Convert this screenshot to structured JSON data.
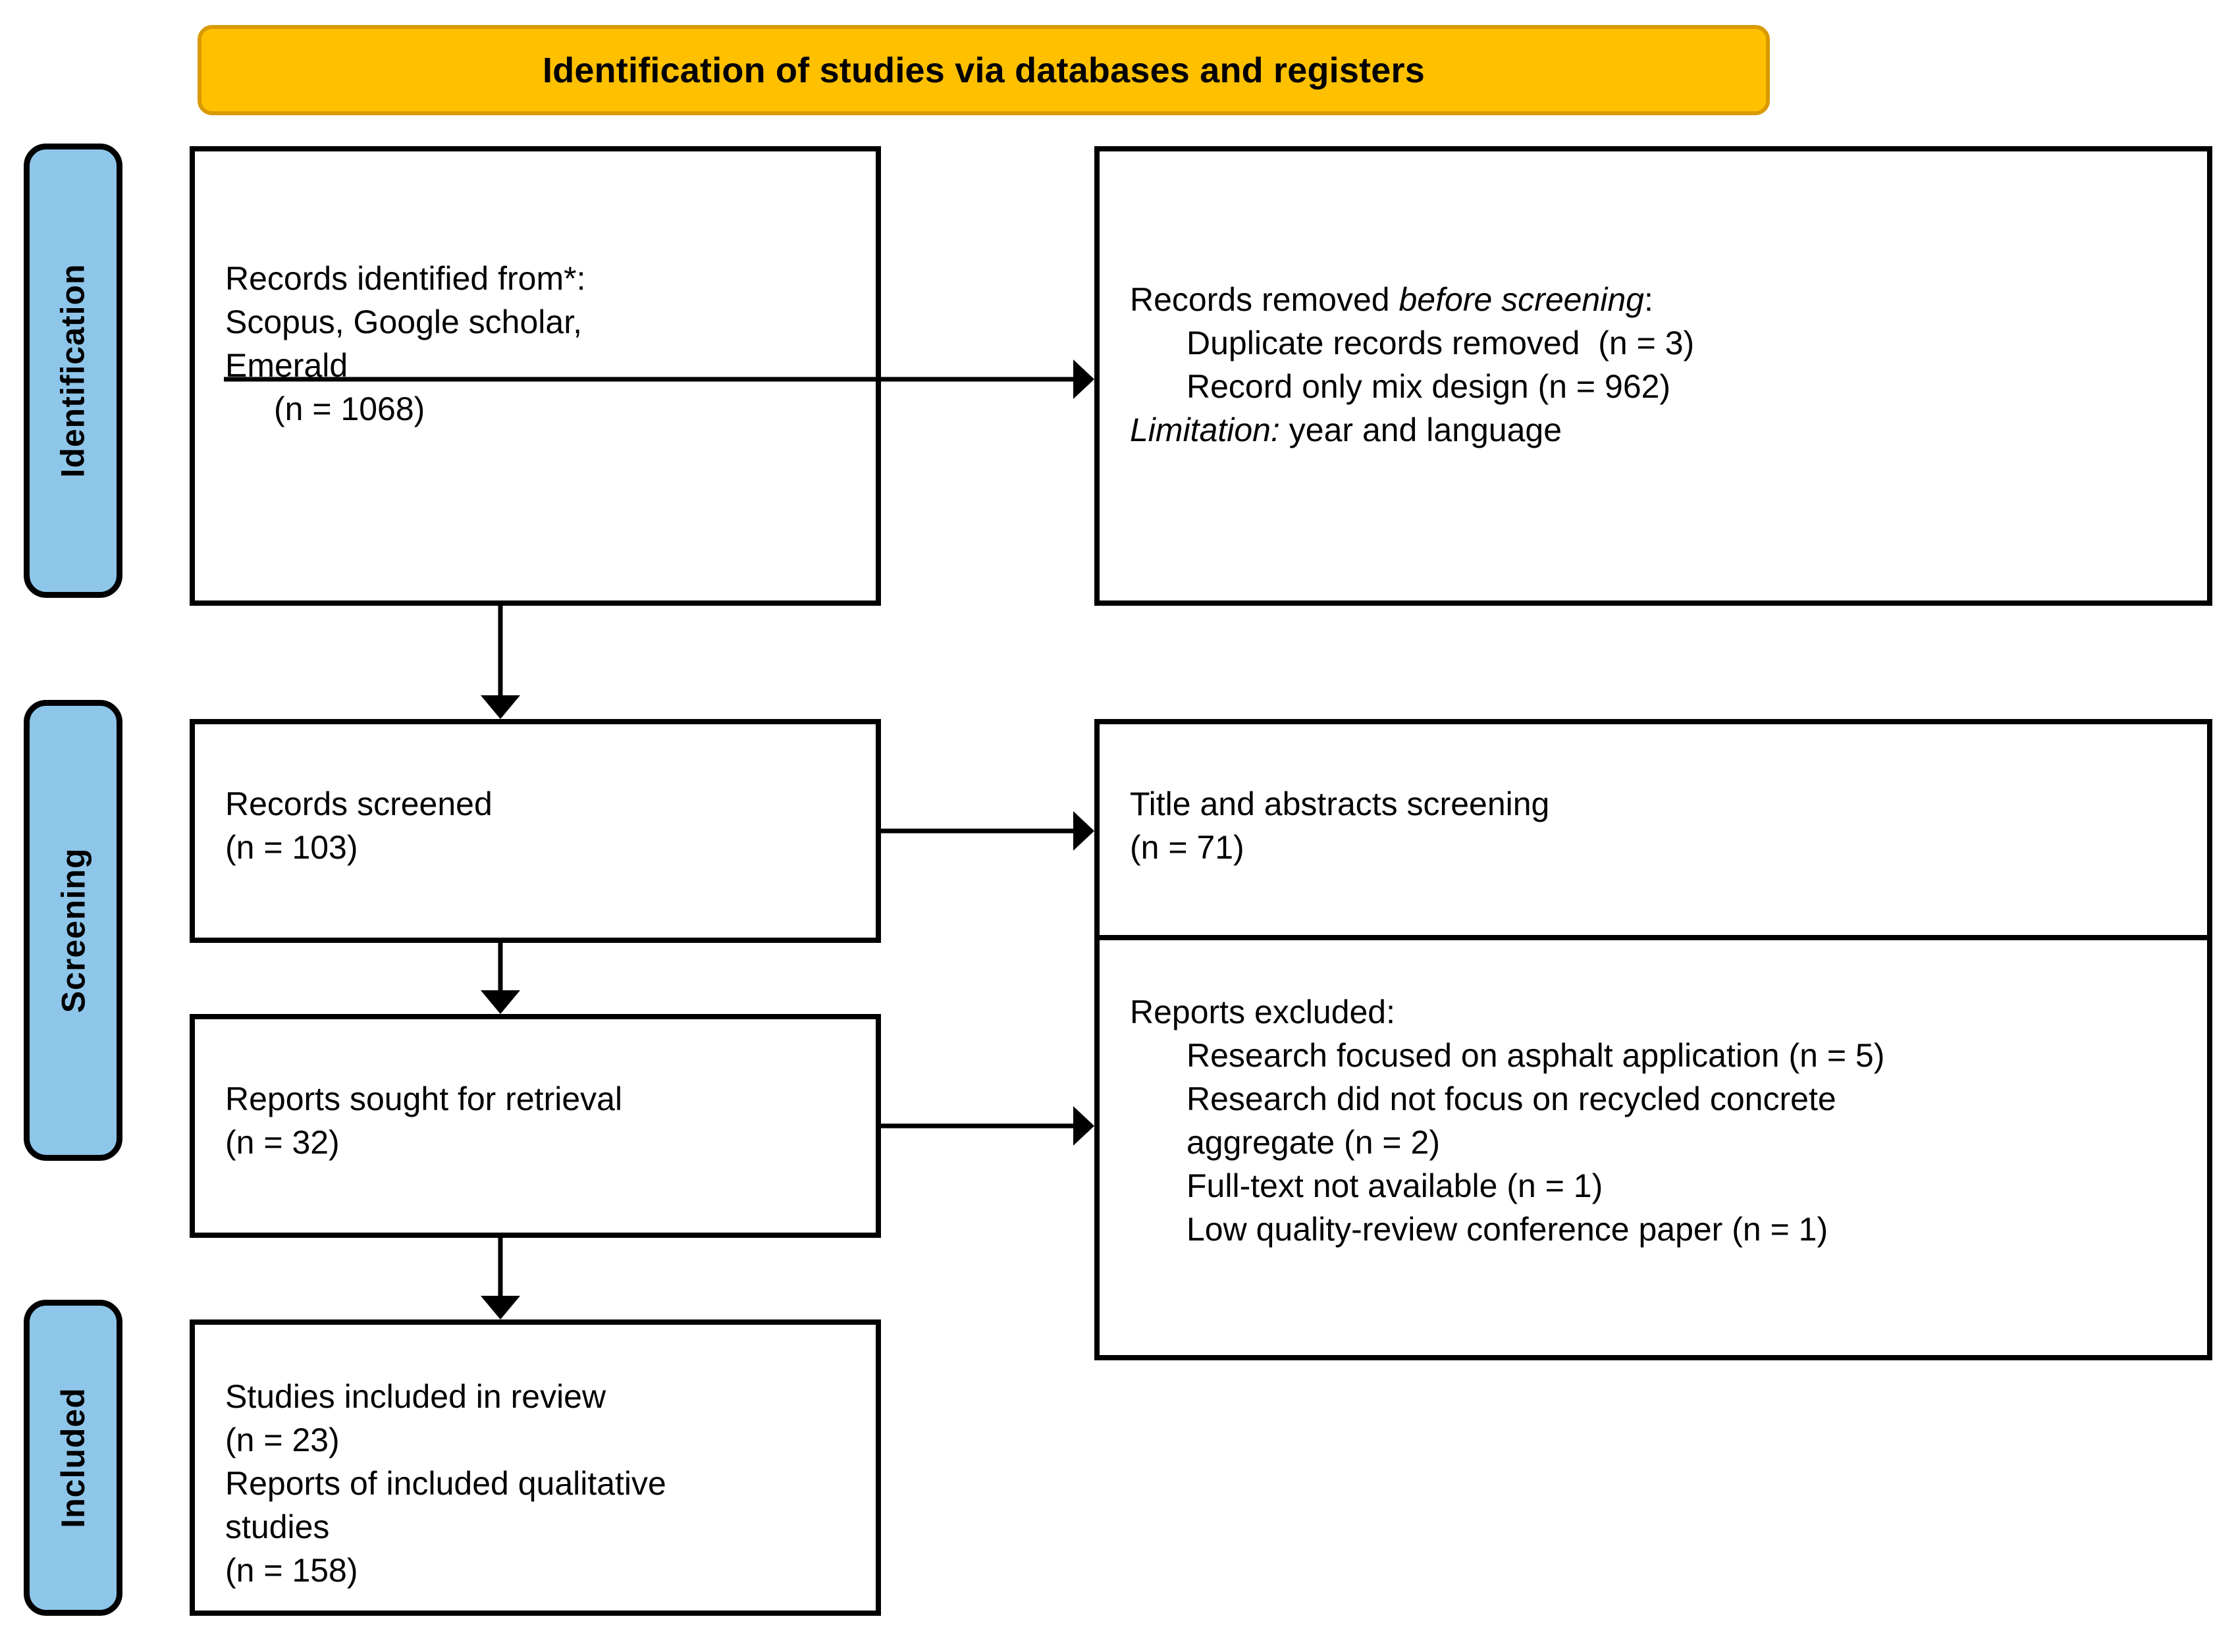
{
  "banner": {
    "title": "Identification of studies via databases and registers"
  },
  "stages": [
    {
      "id": "identification",
      "label": "Identification"
    },
    {
      "id": "screening",
      "label": "Screening"
    },
    {
      "id": "included",
      "label": "Included"
    }
  ],
  "boxes": {
    "identified": {
      "lines": [
        "Records identified from*:",
        "Scopus, Google scholar,",
        "Emerald",
        "(n = 1068)"
      ]
    },
    "removed": {
      "heading_plain": "Records removed ",
      "heading_italic": "before screening",
      "heading_tail": ":",
      "items": [
        "Duplicate records removed  (n = 3)",
        "Record only mix design (n = 962)"
      ],
      "limitation_italic": "Limitation:",
      "limitation_tail": " year and language"
    },
    "screened": {
      "lines": [
        "Records screened",
        "(n = 103)"
      ]
    },
    "title_abstracts": {
      "lines": [
        "Title and abstracts screening",
        "(n = 71)"
      ]
    },
    "sought": {
      "lines": [
        "Reports sought for retrieval",
        "(n = 32)"
      ]
    },
    "excluded": {
      "heading": "Reports excluded:",
      "items": [
        "Research focused on asphalt application (n = 5)",
        "Research did not focus on recycled concrete",
        "aggregate (n = 2)",
        "Full-text not available (n = 1)",
        "Low quality-review conference paper (n = 1)"
      ]
    },
    "included": {
      "lines": [
        "Studies included in review",
        "(n = 23)",
        "Reports of included qualitative",
        "studies",
        "(n = 158)"
      ]
    }
  },
  "colors": {
    "banner_fill": "#FFC000",
    "banner_border": "#D99A00",
    "stage_tab_fill": "#8EC6EA",
    "box_border": "#000000",
    "text": "#000000",
    "background": "#FFFFFF"
  }
}
